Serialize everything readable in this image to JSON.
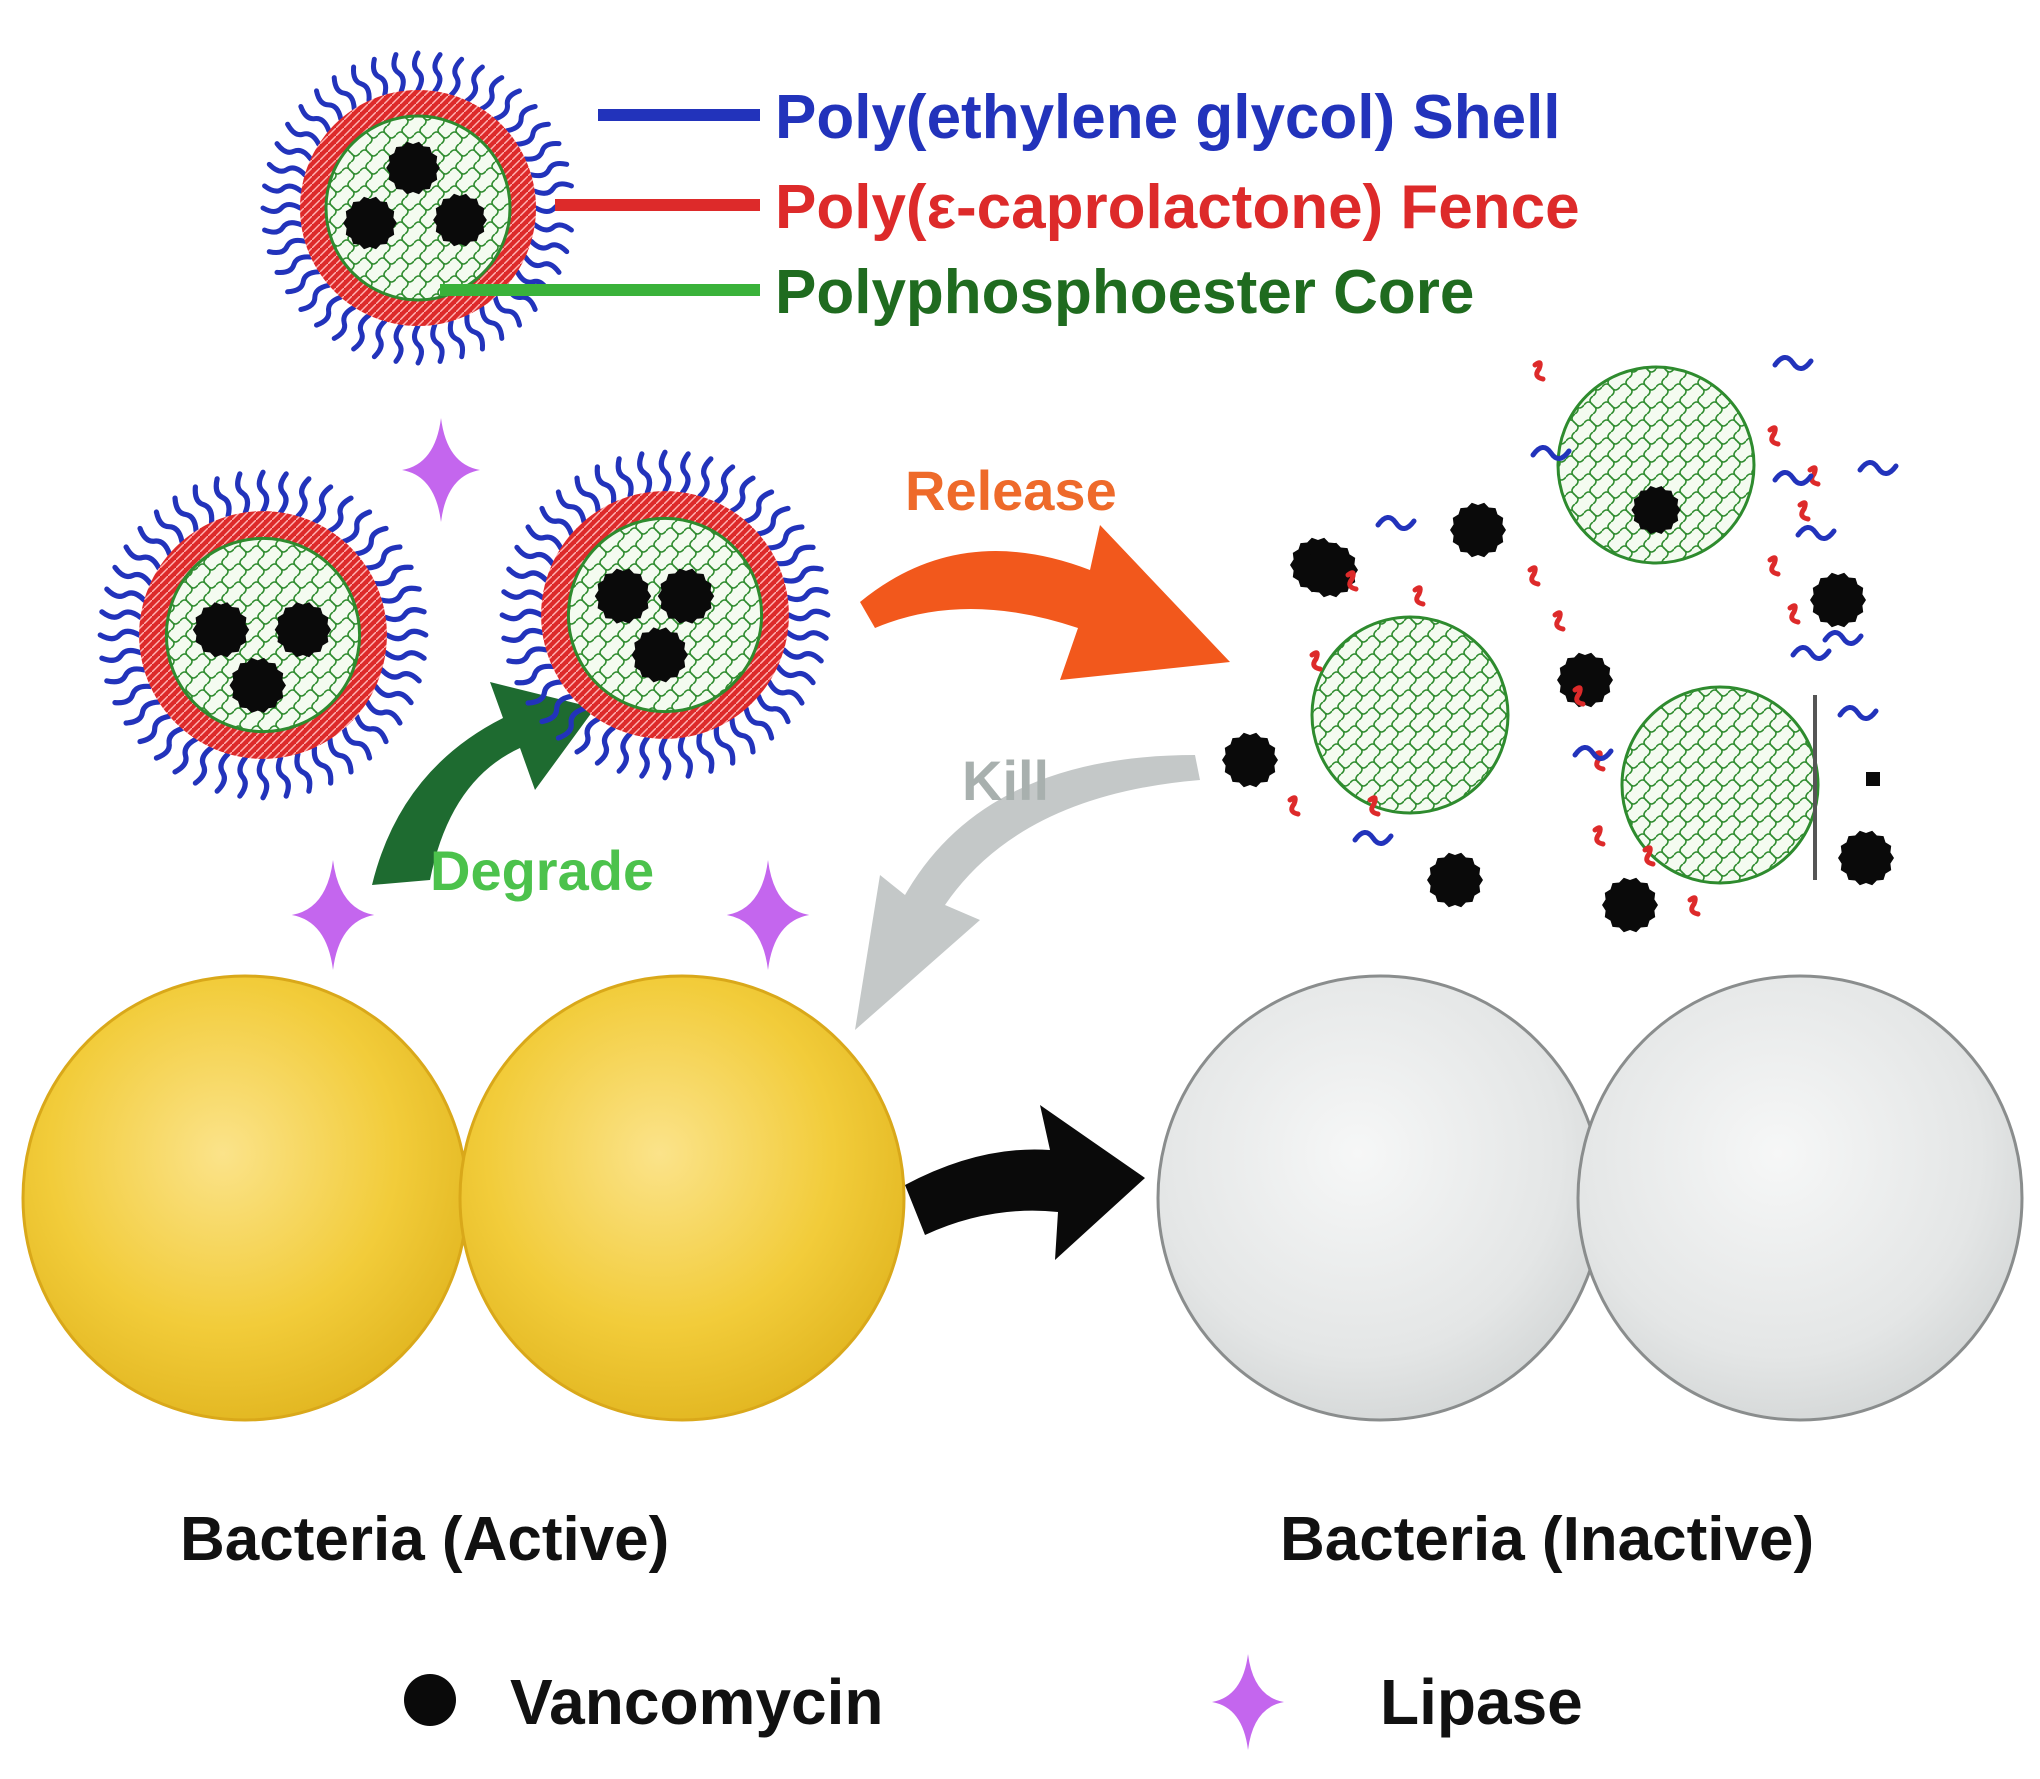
{
  "legend_top": {
    "shell": "Poly(ethylene glycol) Shell",
    "fence": "Poly(ε-caprolactone) Fence",
    "core": "Polyphosphoester Core"
  },
  "steps": {
    "degrade": "Degrade",
    "release": "Release",
    "kill": "Kill"
  },
  "bacteria": {
    "active": "Bacteria (Active)",
    "inactive": "Bacteria (Inactive)"
  },
  "legend_bottom": {
    "vancomycin": "Vancomycin",
    "lipase": "Lipase"
  },
  "colors": {
    "peg_shell": "#2233bb",
    "pcl_fence": "#dd2a2a",
    "core_green": "#2e8b2e",
    "core_label": "#1f6b1f",
    "degrade_arrow": "#1e6b30",
    "degrade_text": "#4cc24c",
    "release_arrow": "#f2581c",
    "release_text": "#ee6a2a",
    "kill_arrow": "#c4c8c8",
    "kill_text": "#a8b0ae",
    "active_bacteria": "#f2cc3a",
    "inactive_bacteria": "#e4e6e6",
    "vancomycin": "#0a0a0a",
    "lipase": "#c466ee"
  }
}
